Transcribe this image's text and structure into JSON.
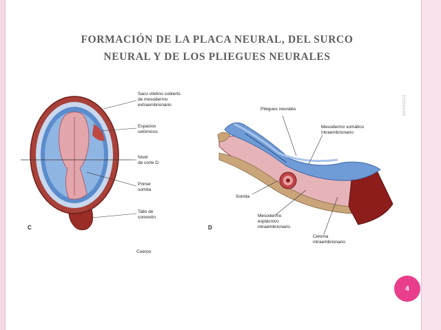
{
  "slide": {
    "title_line1": "FORMACIÓN DE LA PLACA NEURAL, DEL SURCO",
    "title_line2": "NEURAL Y DE LOS PLIEGUES NEURALES",
    "date": "02/10/2013",
    "page_number": "4",
    "accent_color": "#e83e8c"
  },
  "figure_c": {
    "letter": "C",
    "labels": [
      "Saco vitelino cubierto\nde mesodermo\nextraembrionario",
      "Espacios\ncelómicos",
      "Nivel\nde corte D",
      "Primer\nsomita",
      "Tallo de\nconexión",
      "Cuerpo"
    ]
  },
  "figure_d": {
    "letter": "D",
    "labels": [
      "Pliegues neurales",
      "Mesodermo somático\nintraembrionario",
      "Somita",
      "Mesodermo\nesplácnico\nintraembrionario",
      "Celoma\nintraembrionario"
    ]
  }
}
